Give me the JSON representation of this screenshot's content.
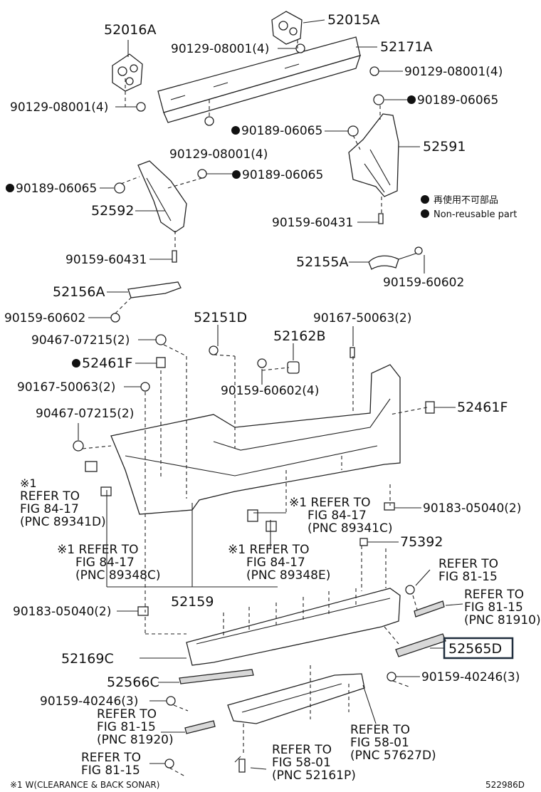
{
  "legend": {
    "nonreusable_jp": "再使用不可部品",
    "nonreusable_en": "Non-reusable part"
  },
  "labels": {
    "p52016A": "52016A",
    "p52015A": "52015A",
    "p52171A": "52171A",
    "b9012908001_a": "90129-08001(4)",
    "b9012908001_b": "90129-08001(4)",
    "b9012908001_c": "90129-08001(4)",
    "b9012908001_d": "90129-08001(4)",
    "c9018906065_a": "90189-06065",
    "c9018906065_b": "90189-06065",
    "c9018906065_c": "90189-06065",
    "c9018906065_d": "90189-06065",
    "p52591": "52591",
    "p52592": "52592",
    "s9015960431_a": "90159-60431",
    "s9015960431_b": "90159-60431",
    "p52155A": "52155A",
    "s9015960602_a": "90159-60602",
    "p52156A": "52156A",
    "s9015960602_b": "90159-60602",
    "p52151D": "52151D",
    "c9016750063_a": "90167-50063(2)",
    "p52162B": "52162B",
    "c9046707215_a": "90467-07215(2)",
    "p52461F_a": "52461F",
    "s9015960602_c": "90159-60602(4)",
    "c9016750063_b": "90167-50063(2)",
    "p52461F_b": "52461F",
    "c9046707215_b": "90467-07215(2)",
    "ref1_mark": "※1",
    "ref1_l1": "REFER TO",
    "ref1_l2": "FIG 84-17",
    "ref1_l3": "(PNC 89341D)",
    "ref2_l1": "※1 REFER TO",
    "ref2_l2": "FIG 84-17",
    "ref2_l3": "(PNC 89341C)",
    "c9018305040_a": "90183-05040(2)",
    "ref3_l1": "※1 REFER TO",
    "ref3_l2": "FIG 84-17",
    "ref3_l3": "(PNC 89348C)",
    "ref4_l1": "※1 REFER TO",
    "ref4_l2": "FIG 84-17",
    "ref4_l3": "(PNC 89348E)",
    "p75392": "75392",
    "ref5_l1": "REFER TO",
    "ref5_l2": "FIG 81-15",
    "p52159": "52159",
    "c9018305040_b": "90183-05040(2)",
    "ref6_l1": "REFER TO",
    "ref6_l2": "FIG 81-15",
    "ref6_l3": "(PNC 81910)",
    "p52169C": "52169C",
    "p52565D": "52565D",
    "p52566C": "52566C",
    "b9015940246_a": "90159-40246(3)",
    "b9015940246_b": "90159-40246(3)",
    "ref7_l1": "REFER TO",
    "ref7_l2": "FIG 81-15",
    "ref7_l3": "(PNC 81920)",
    "ref8_l1": "REFER TO",
    "ref8_l2": "FIG 58-01",
    "ref8_l3": "(PNC 57627D)",
    "ref9_l1": "REFER TO",
    "ref9_l2": "FIG 81-15",
    "ref10_l1": "REFER TO",
    "ref10_l2": "FIG 58-01",
    "ref10_l3": "(PNC 52161P)",
    "footnote": "※1 W(CLEARANCE & BACK SONAR)",
    "diagram_id": "522986D"
  }
}
